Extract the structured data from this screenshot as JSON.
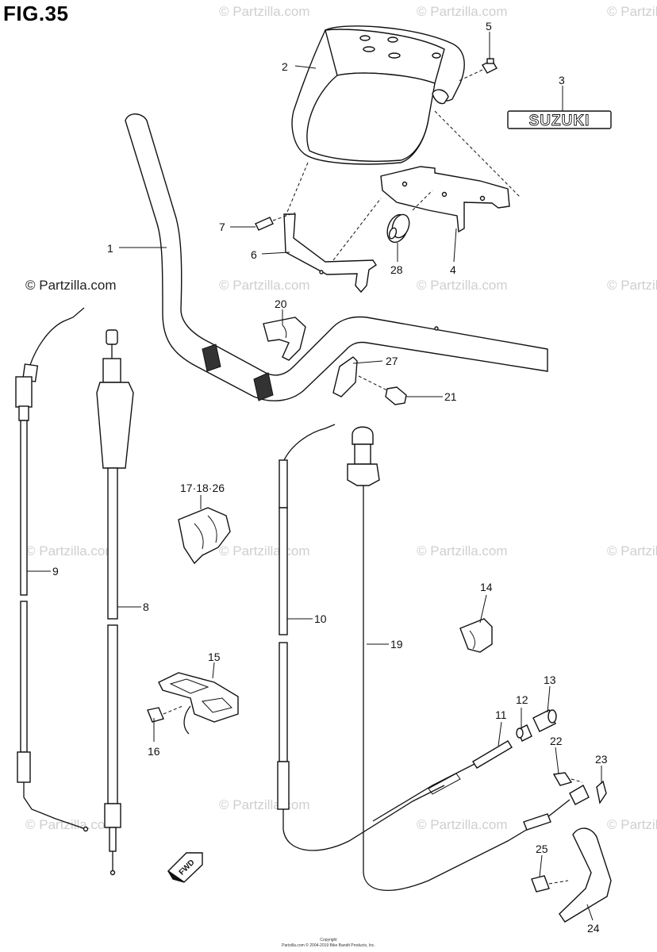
{
  "figure": {
    "title": "FIG.35"
  },
  "watermark": {
    "text": "© Partzilla.com"
  },
  "brand_label": {
    "text": "SUZUKI"
  },
  "direction_marker": {
    "text": "FWD"
  },
  "copyright": {
    "line1": "Copyright",
    "line2": "Partzilla.com © 2004-2019 Bike Bandit Products, Inc."
  },
  "callouts": {
    "c1": "1",
    "c2": "2",
    "c3": "3",
    "c4": "4",
    "c5": "5",
    "c6": "6",
    "c7": "7",
    "c8": "8",
    "c9": "9",
    "c10": "10",
    "c11": "11",
    "c12": "12",
    "c13": "13",
    "c14": "14",
    "c15": "15",
    "c16": "16",
    "c17": "17·18·26",
    "c19": "19",
    "c20": "20",
    "c21": "21",
    "c22": "22",
    "c23": "23",
    "c24": "24",
    "c25": "25",
    "c27": "27",
    "c28": "28"
  }
}
